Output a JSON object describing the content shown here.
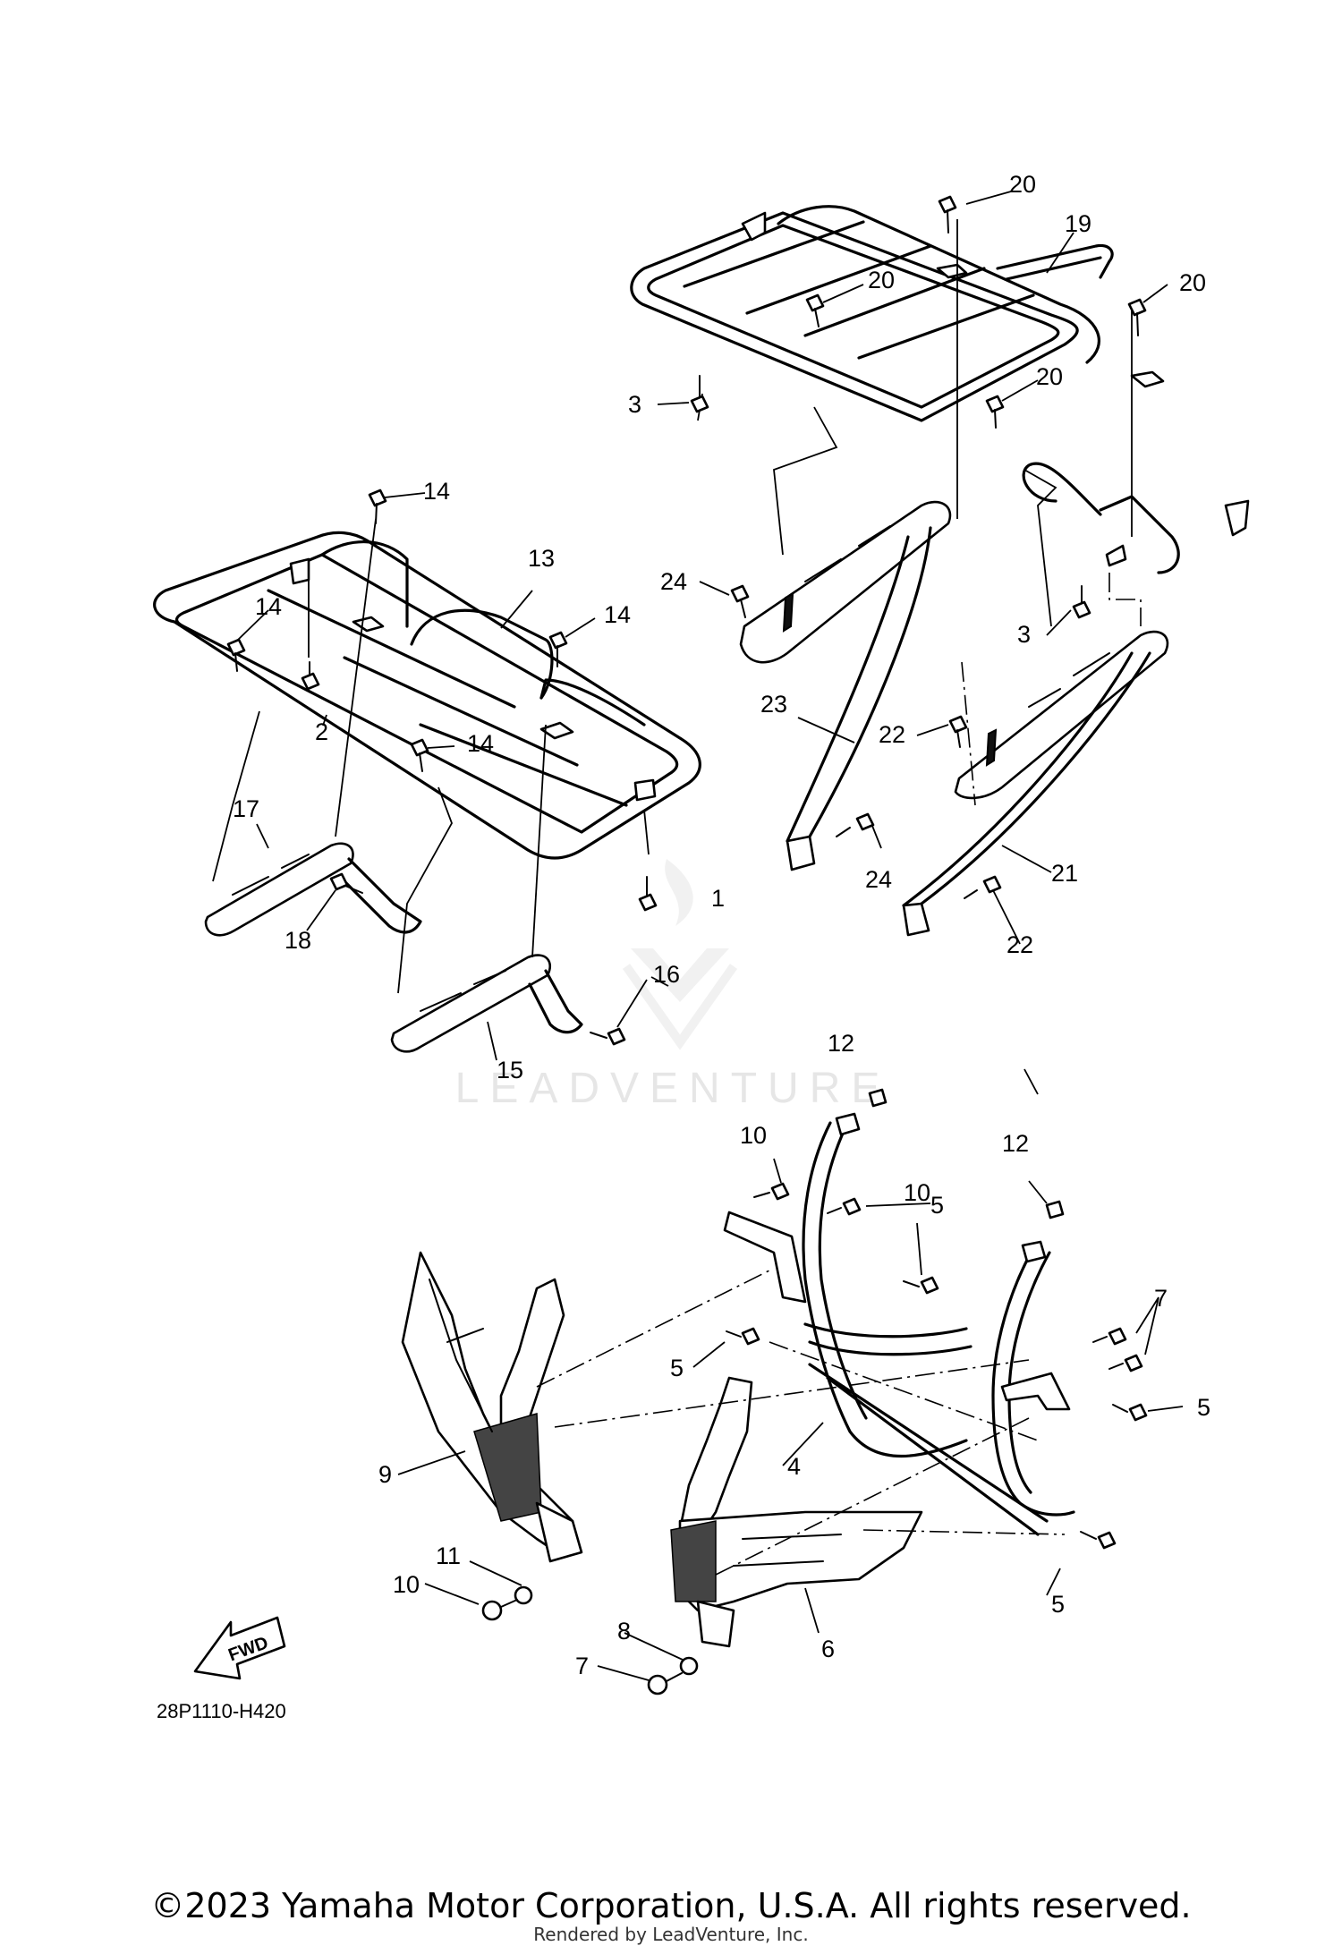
{
  "diagram": {
    "callouts": [
      "1",
      "2",
      "3",
      "3",
      "4",
      "5",
      "5",
      "5",
      "5",
      "6",
      "7",
      "7",
      "8",
      "9",
      "10",
      "10",
      "10",
      "11",
      "12",
      "12",
      "13",
      "14",
      "14",
      "14",
      "14",
      "15",
      "16",
      "17",
      "18",
      "19",
      "20",
      "20",
      "20",
      "20",
      "21",
      "22",
      "22",
      "23",
      "24",
      "24"
    ],
    "fwd_label": "FWD",
    "part_code": "28P1110-H420",
    "watermark": "LEADVENTURE"
  },
  "footer": {
    "copyright": "©2023 Yamaha Motor Corporation, U.S.A. All rights reserved.",
    "rendered_by": "Rendered by LeadVenture, Inc."
  }
}
